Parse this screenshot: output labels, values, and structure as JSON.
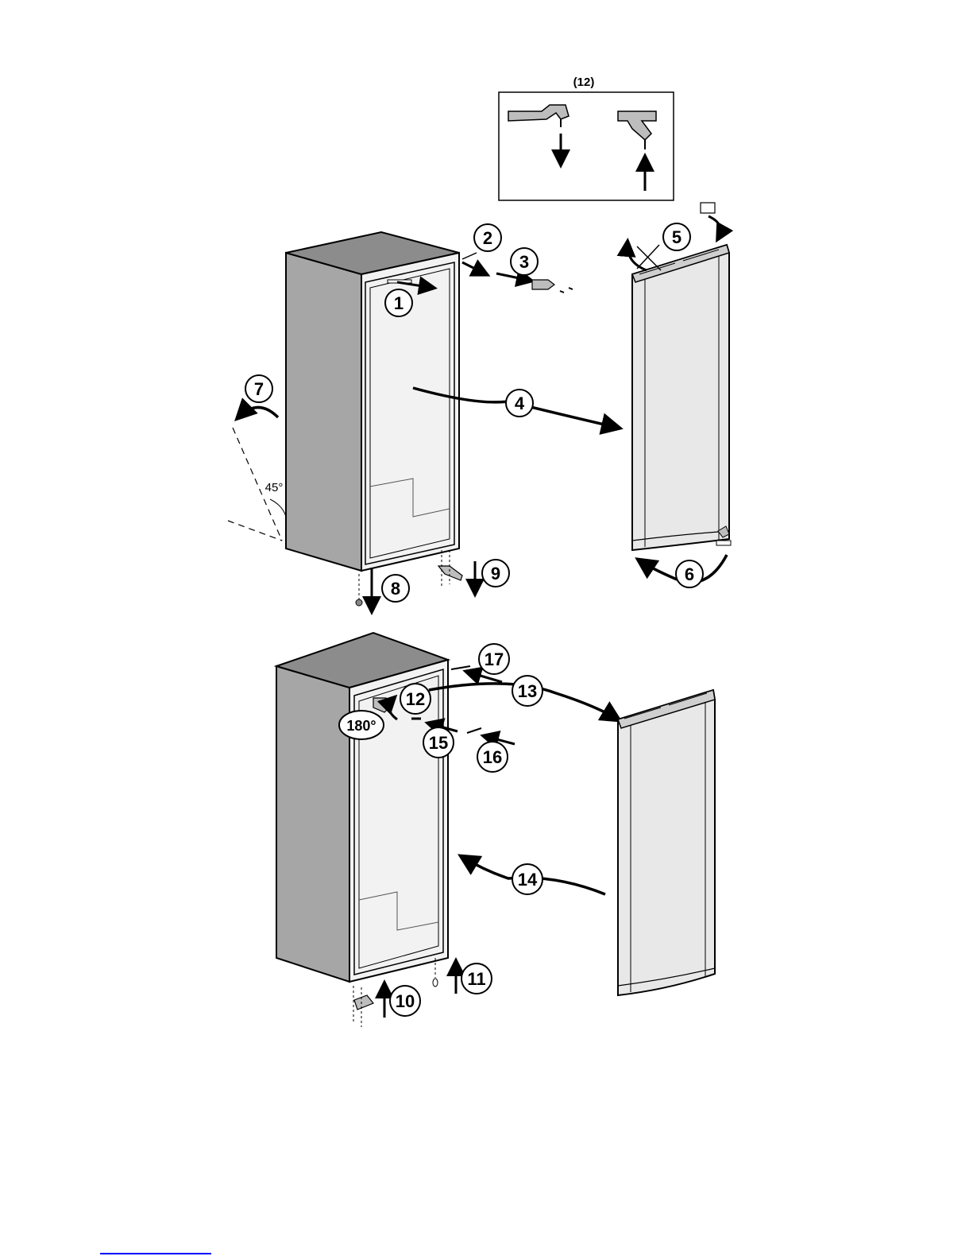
{
  "inset": {
    "title": "(12)"
  },
  "angle_label": "45°",
  "rotate_label": "180°",
  "steps": [
    "1",
    "2",
    "3",
    "4",
    "5",
    "6",
    "7",
    "8",
    "9",
    "10",
    "11",
    "12",
    "13",
    "14",
    "15",
    "16",
    "17"
  ],
  "colors": {
    "cabinet_side": "#a6a6a6",
    "cabinet_top": "#8c8c8c",
    "door": "#e8e8e8",
    "link": "#0000ff"
  }
}
